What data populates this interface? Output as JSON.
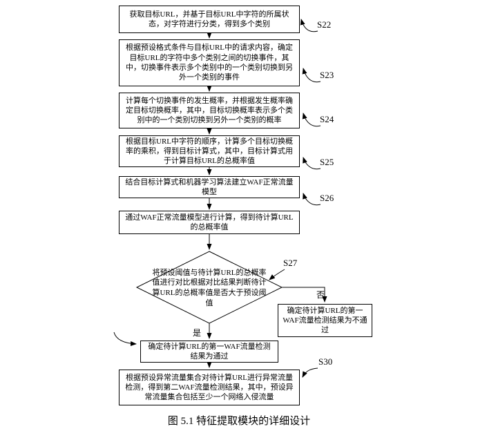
{
  "flow": {
    "boxes": [
      {
        "step": "S22",
        "text": "获取目标URL，并基于目标URL中字符的所属状态，对字符进行分类，得到多个类别"
      },
      {
        "step": "S23",
        "text": "根据预设格式条件与目标URL中的请求内容，确定目标URL的字符中多个类别之间的切换事件，其中，切换事件表示多个类别中的一个类别切换到另外一个类别的事件"
      },
      {
        "step": "S24",
        "text": "计算每个切换事件的发生概率，并根据发生概率确定目标切换概率，其中，目标切换概率表示多个类别中的一个类别切换到另外一个类别的概率"
      },
      {
        "step": "S25",
        "text": "根据目标URL中字符的顺序，计算多个目标切换概率的乘积，得到目标计算式，其中，目标计算式用于计算目标URL的总概率值"
      },
      {
        "step": "S26",
        "text": "结合目标计算式和机器学习算法建立WAF正常流量模型"
      },
      {
        "text": "通过WAF正常流量模型进行计算，得到待计算URL的总概率值"
      }
    ],
    "decision": {
      "step": "S27",
      "text": "将预设阈值与待计算URL的总概率值进行对比根据对比结果判断待计算URL的总概率值是否大于预设阈值"
    },
    "no_label": "否",
    "yes_label": "是",
    "no_box": {
      "text": "确定待计算URL的第一WAF流量检测结果为不通过"
    },
    "yes_box": {
      "text": "确定待计算URL的第一WAF流量检测结果为通过"
    },
    "final_box": {
      "step": "S30",
      "text": "根据预设异常流量集合对待计算URL进行异常流量检测，得到第二WAF流量检测结果，其中，预设异常流量集合包括至少一个网络入侵流量"
    },
    "caption": "图 5.1 特征提取模块的详细设计"
  }
}
